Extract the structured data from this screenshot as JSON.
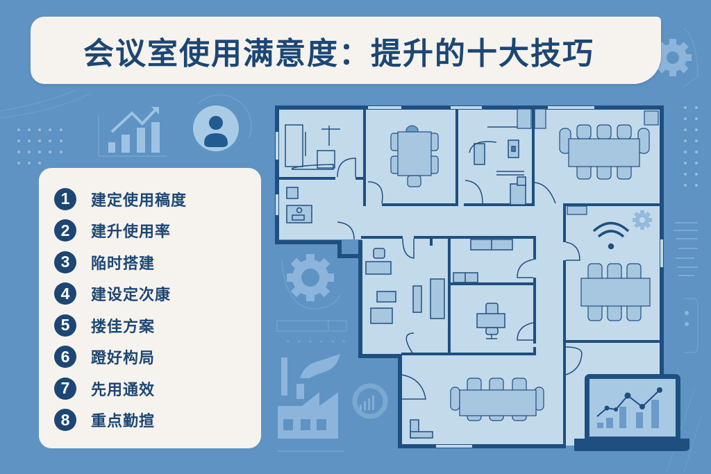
{
  "title": "会议室使用满意度：提升的十大技巧",
  "tips": [
    {
      "number": "1",
      "label": "建定使用稿度"
    },
    {
      "number": "2",
      "label": "建升使用率"
    },
    {
      "number": "3",
      "label": "陥时搭建"
    },
    {
      "number": "4",
      "label": "建设定次康"
    },
    {
      "number": "5",
      "label": "搂佳方案"
    },
    {
      "number": "6",
      "label": "蹬好构局"
    },
    {
      "number": "7",
      "label": "先用通效"
    },
    {
      "number": "8",
      "label": "重点勤揎"
    }
  ],
  "icons": {
    "top_right": "gear-icon",
    "left_chart": "bar-chart-trend-icon",
    "left_user": "user-avatar-icon",
    "left_gear": "gear-icon",
    "factory": "factory-icon",
    "donut": "donut-chart-icon",
    "wifi": "wifi-icon",
    "room_gear": "gear-icon",
    "laptop": "laptop-chart-icon"
  },
  "colors": {
    "background": "#5e93c3",
    "card": "#f6f3ee",
    "navy": "#1c4674",
    "plan_fill": "#c0d8e9",
    "plan_wall": "#1e4f80"
  }
}
